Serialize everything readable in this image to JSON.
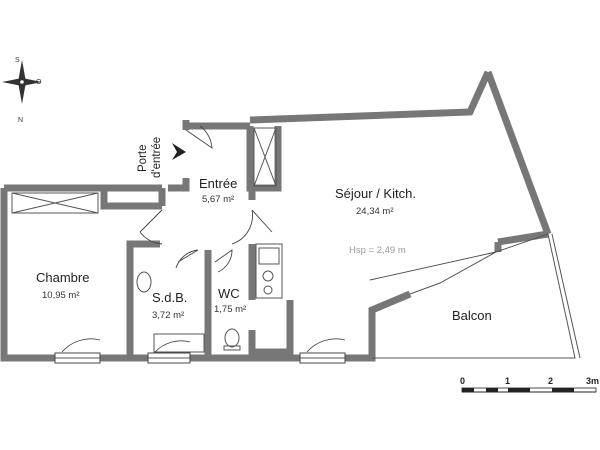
{
  "rooms": {
    "entree": {
      "name": "Entrée",
      "area": "5,67 m²"
    },
    "sejour": {
      "name": "Séjour / Kitch.",
      "area": "24,34 m²"
    },
    "chambre": {
      "name": "Chambre",
      "area": "10,95 m²"
    },
    "sdb": {
      "name": "S.d.B.",
      "area": "3,72 m²"
    },
    "wc": {
      "name": "WC",
      "area": "1,75 m²"
    },
    "balcon": {
      "name": "Balcon"
    }
  },
  "hsp": "Hsp = 2,49 m",
  "entrance": {
    "line1": "Porte",
    "line2": "d'entrée"
  },
  "compass": {
    "s": "S",
    "o": "O",
    "n": "N"
  },
  "scale": {
    "t0": "0",
    "t1": "1",
    "t2": "2",
    "t3": "3m"
  },
  "colors": {
    "wall": "#8a8a8a",
    "line": "#444444"
  }
}
